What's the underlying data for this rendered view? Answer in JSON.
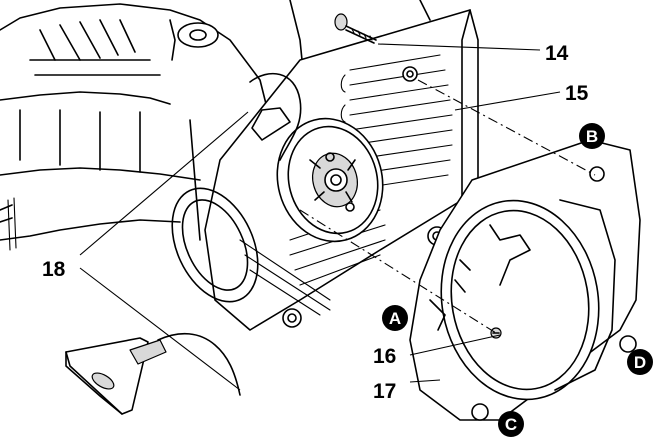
{
  "callouts": [
    {
      "id": "callout-14",
      "label": "14"
    },
    {
      "id": "callout-15",
      "label": "15"
    },
    {
      "id": "callout-16",
      "label": "16"
    },
    {
      "id": "callout-17",
      "label": "17"
    },
    {
      "id": "callout-18",
      "label": "18"
    }
  ],
  "markers": [
    {
      "id": "marker-a",
      "label": "A"
    },
    {
      "id": "marker-b",
      "label": "B"
    },
    {
      "id": "marker-c",
      "label": "C"
    },
    {
      "id": "marker-d",
      "label": "D"
    }
  ],
  "colors": {
    "line": "#000000",
    "shade": "#d9d9d9",
    "background": "#ffffff"
  }
}
